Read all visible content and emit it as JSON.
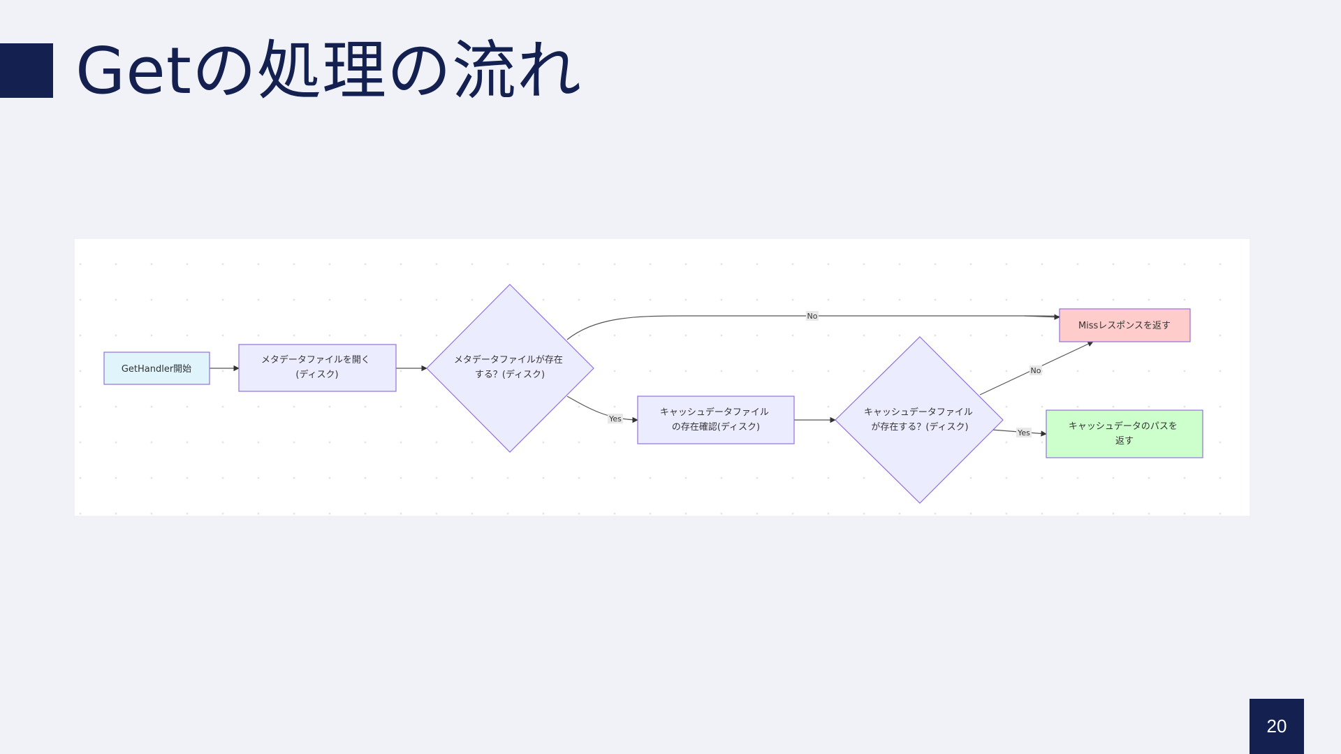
{
  "slide": {
    "title": "Getの処理の流れ",
    "page_number": "20"
  },
  "colors": {
    "title": "#142150",
    "background": "#f0f2f7",
    "node_default_fill": "#ececff",
    "node_default_stroke": "#9370db",
    "start_fill": "#dff4fb",
    "miss_fill": "#ffcccc",
    "hit_fill": "#ccffcc"
  },
  "flowchart": {
    "nodes": {
      "start": {
        "label": "GetHandler開始",
        "shape": "rect"
      },
      "open_meta": {
        "label": [
          "メタデータファイルを開く",
          "(ディスク)"
        ],
        "shape": "rect"
      },
      "meta_exists": {
        "label": [
          "メタデータファイルが存在",
          "する？(ディスク)"
        ],
        "shape": "diamond"
      },
      "check_cache": {
        "label": [
          "キャッシュデータファイル",
          "の存在確認(ディスク)"
        ],
        "shape": "rect"
      },
      "cache_exists": {
        "label": [
          "キャッシュデータファイル",
          "が存在する？(ディスク)"
        ],
        "shape": "diamond"
      },
      "miss": {
        "label": "Missレスポンスを返す",
        "shape": "rect"
      },
      "hit": {
        "label": [
          "キャッシュデータのパスを",
          "返す"
        ],
        "shape": "rect"
      }
    },
    "edges": [
      {
        "from": "start",
        "to": "open_meta",
        "label": ""
      },
      {
        "from": "open_meta",
        "to": "meta_exists",
        "label": ""
      },
      {
        "from": "meta_exists",
        "to": "miss",
        "label": "No"
      },
      {
        "from": "meta_exists",
        "to": "check_cache",
        "label": "Yes"
      },
      {
        "from": "check_cache",
        "to": "cache_exists",
        "label": ""
      },
      {
        "from": "cache_exists",
        "to": "miss",
        "label": "No"
      },
      {
        "from": "cache_exists",
        "to": "hit",
        "label": "Yes"
      }
    ],
    "edge_labels": {
      "meta_no": "No",
      "meta_yes": "Yes",
      "cache_no": "No",
      "cache_yes": "Yes"
    }
  }
}
